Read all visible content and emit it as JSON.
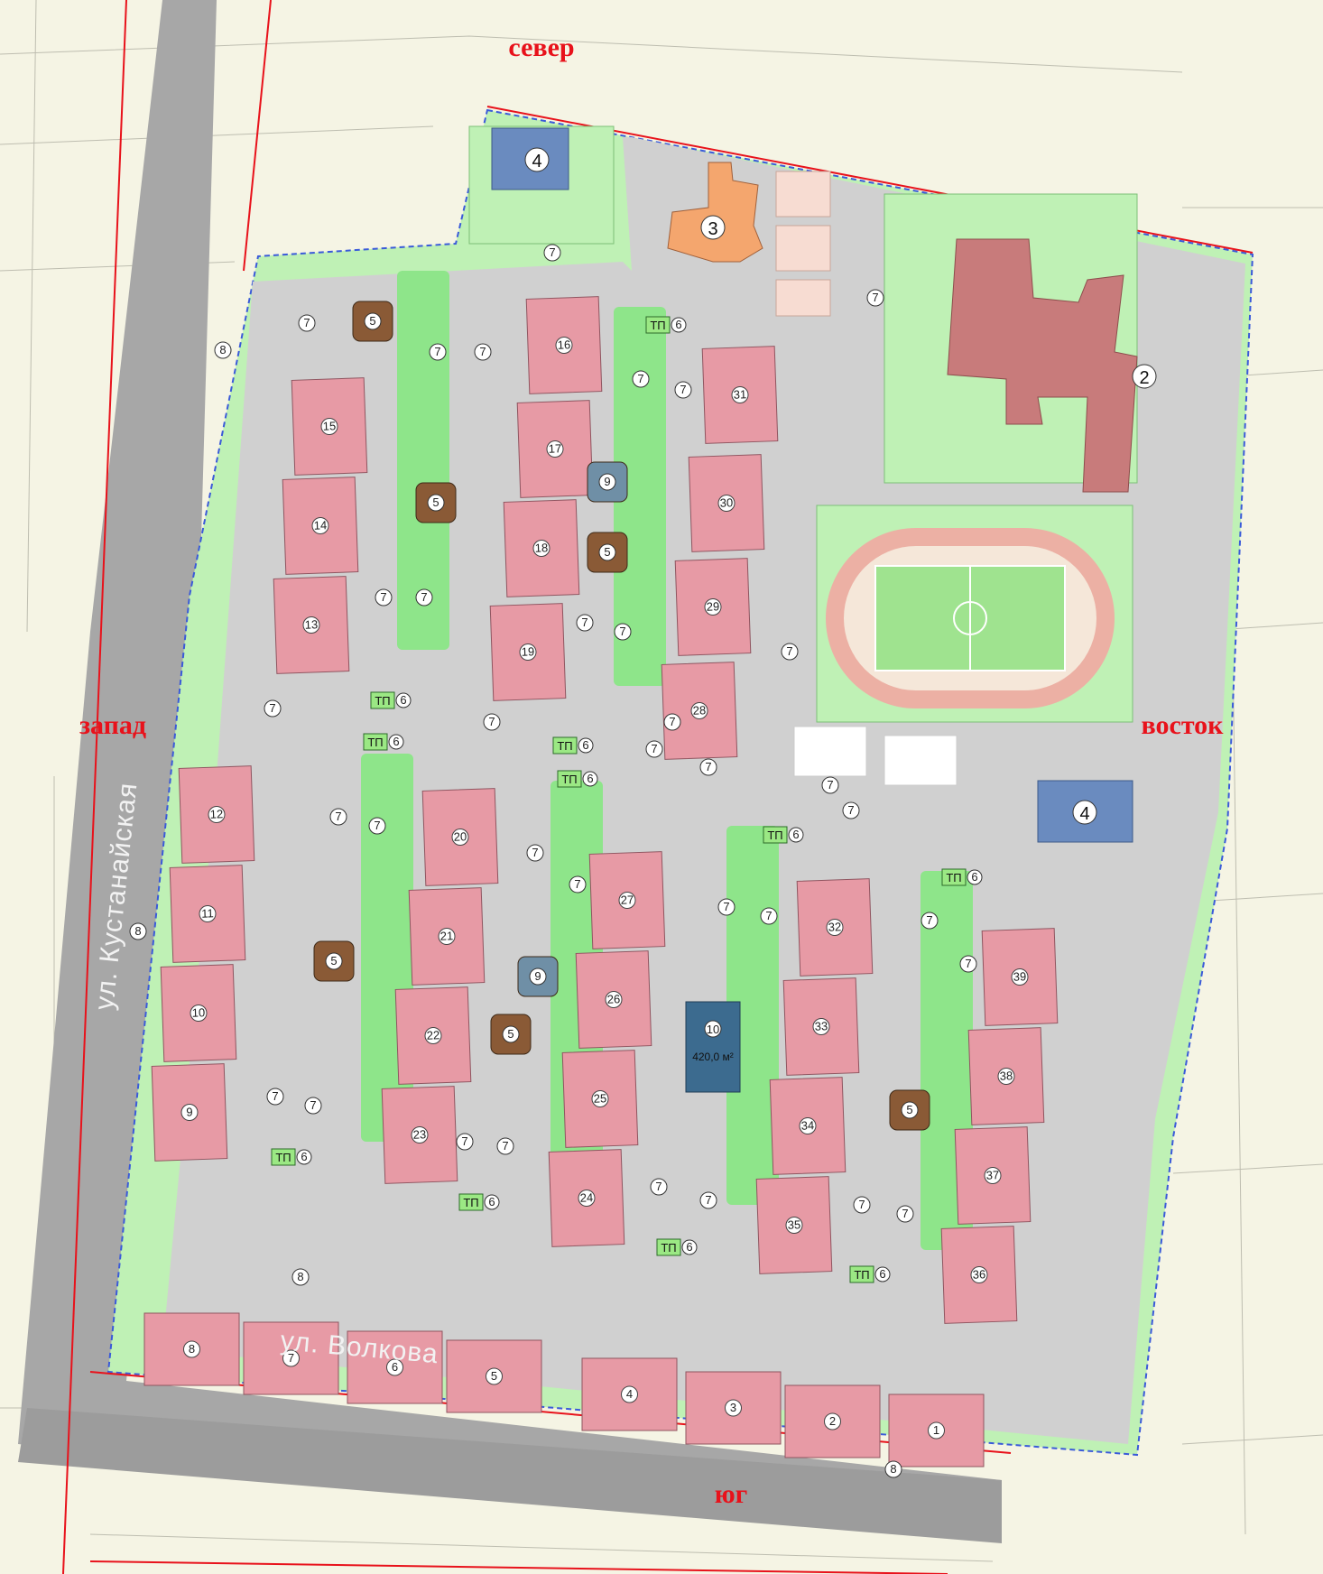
{
  "directions": {
    "north": "север",
    "west": "запад",
    "east": "восток",
    "south": "юг"
  },
  "streets": {
    "west": "ул. Кустанайская",
    "south": "ул. Волкова"
  },
  "legend_marks": {
    "parking": "7",
    "playground": "5",
    "tp_text": "ТП",
    "tp_num": "6",
    "sport_ground": "9",
    "road": "8"
  },
  "facilities": {
    "school": "2",
    "kindergarten": "3",
    "parking_lot_north": "4",
    "parking_lot_east": "4",
    "basketball": "10",
    "basketball_area": "420,0 м²"
  },
  "buildings": [
    "1",
    "2",
    "3",
    "4",
    "5",
    "6",
    "7",
    "8",
    "9",
    "10",
    "11",
    "12",
    "13",
    "14",
    "15",
    "16",
    "17",
    "18",
    "19",
    "20",
    "21",
    "22",
    "23",
    "24",
    "25",
    "26",
    "27",
    "28",
    "29",
    "30",
    "31",
    "32",
    "33",
    "34",
    "35",
    "36",
    "37",
    "38",
    "39"
  ],
  "colors": {
    "residential": "#e79aa5",
    "school": "#c87b7b",
    "kindergarten": "#f4a66e",
    "parking_lot": "#6a8bbf",
    "lawn": "#8ee58a",
    "road": "#c9c9c9",
    "boundary": "#e8121b"
  }
}
